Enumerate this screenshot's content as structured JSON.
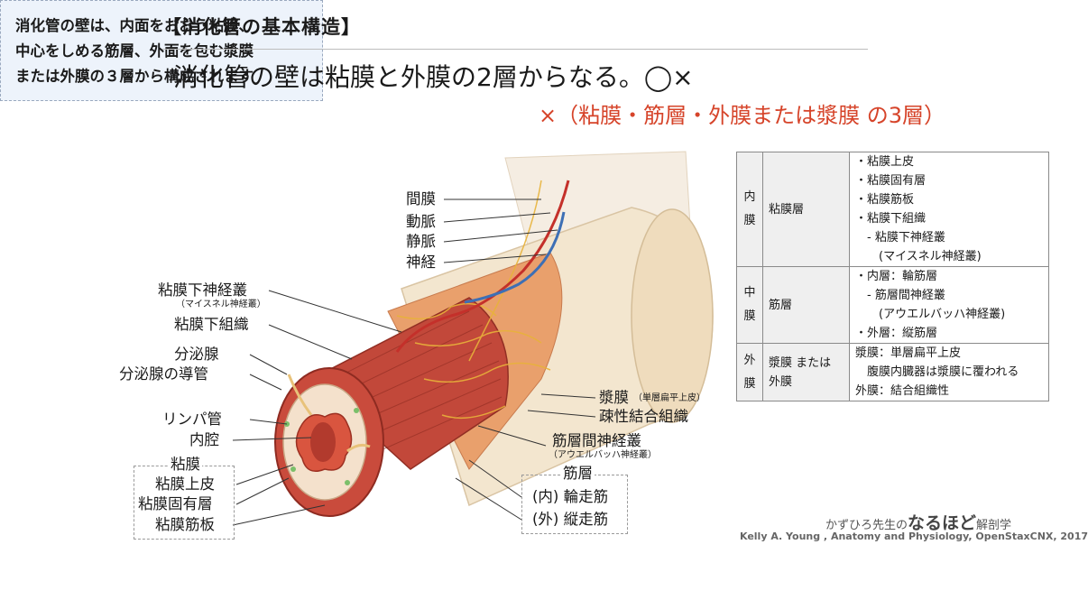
{
  "header": {
    "title": "【消化管の基本構造】",
    "question": "消化管の壁は粘膜と外膜の2層からなる。◯×",
    "answer": "×（粘膜・筋層・外膜または漿膜 の3層）"
  },
  "summary_box": {
    "lines": [
      "消化管の壁は、内面をおおう粘膜、",
      "中心をしめる筋層、外面を包む漿膜",
      "または外膜の３層から構成されます"
    ]
  },
  "diagram_labels": {
    "kanmaku": "間膜",
    "doumyaku": "動脈",
    "joumyaku": "静脈",
    "shinkei": "神経",
    "submucosal_plexus": "粘膜下神経叢",
    "submucosal_plexus_sub": "（マイスネル神経叢）",
    "submucosa": "粘膜下組織",
    "gland": "分泌腺",
    "gland_duct": "分泌腺の導管",
    "lymph": "リンパ管",
    "lumen": "内腔",
    "mucosa_group": "粘膜",
    "epithelium": "粘膜上皮",
    "lamina_propria": "粘膜固有層",
    "muscularis_mucosae": "粘膜筋板",
    "serosa": "漿膜",
    "serosa_sub": "（単層扁平上皮）",
    "loose_ct": "疎性結合組織",
    "myenteric_plexus": "筋層間神経叢",
    "myenteric_plexus_sub": "（アウエルバッハ神経叢）",
    "muscle_group": "筋層",
    "inner_circular": "(内) 輪走筋",
    "outer_longitudinal": "(外) 縦走筋"
  },
  "layer_table": {
    "rows": [
      {
        "position": "内膜",
        "name": "粘膜層",
        "details": [
          "・粘膜上皮",
          "・粘膜固有層",
          "・粘膜筋板",
          "・粘膜下組織",
          "　- 粘膜下神経叢",
          "　　(マイスネル神経叢)"
        ]
      },
      {
        "position": "中膜",
        "name": "筋層",
        "details": [
          "・内層：輪筋層",
          "　- 筋層間神経叢",
          "　　(アウエルバッハ神経叢)",
          "・外層：縦筋層"
        ]
      },
      {
        "position": "外膜",
        "name": "漿膜 または 外膜",
        "details": [
          "漿膜：単層扁平上皮",
          "　腹膜内臓器は漿膜に覆われる",
          "外膜：結合組織性"
        ]
      }
    ]
  },
  "footer": {
    "brand_prefix": "かずひろ先生の",
    "brand_main": "なるほど",
    "brand_suffix": "解剖学",
    "credit": "Kelly A. Young , Anatomy and Physiology, OpenStaxCNX, 2017"
  },
  "colors": {
    "answer_red": "#d6442a",
    "muscle_red": "#c2483a",
    "nerve_yellow": "#e8b23a",
    "vein_blue": "#3d6fb5",
    "serosa_cream": "#f2e3c8"
  }
}
